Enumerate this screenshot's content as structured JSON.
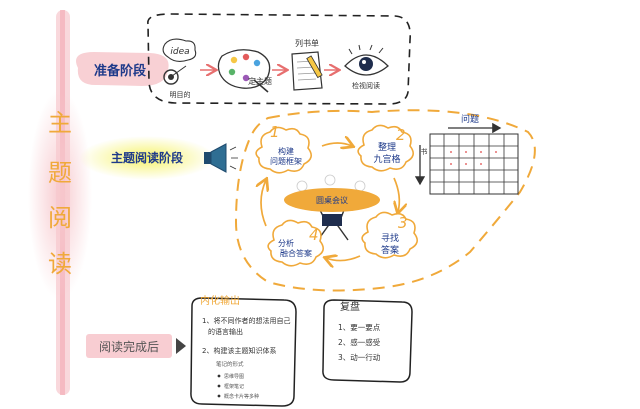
{
  "title_chars": [
    "主",
    "题",
    "阅",
    "读"
  ],
  "stages": {
    "prep": "准备阶段",
    "reading": "主题阅读阶段",
    "after": "阅读完成后"
  },
  "prep_steps": {
    "idea": "idea",
    "purpose": "明目的",
    "topic": "定主题",
    "booklist": "列书单",
    "review": "检视阅读"
  },
  "cycle": {
    "step1": {
      "num": "1",
      "line1": "构建",
      "line2": "问题框架"
    },
    "step2": {
      "num": "2",
      "line1": "整理",
      "line2": "九宫格"
    },
    "step3": {
      "num": "3",
      "line1": "寻找",
      "line2": "答案"
    },
    "step4": {
      "num": "4",
      "line1": "分析",
      "line2": "融合答案"
    },
    "center": "圆桌会议",
    "grid_label": "问题",
    "side_label": "书"
  },
  "internalize": {
    "title": "内化输出",
    "item1_line1": "1、将不同作者的想法用自己",
    "item1_line2": "的语言输出",
    "item2": "2、构建该主题知识体系",
    "sub_title": "笔记的形式",
    "sub_items": [
      "思维导图",
      "框架笔记",
      "概念卡片等多种"
    ]
  },
  "review": {
    "title": "复盘",
    "items": [
      "1、要一要点",
      "2、感一感受",
      "3、动一行动"
    ]
  },
  "colors": {
    "accent_orange": "#f0a93a",
    "arrow_red": "#e76f6f",
    "highlight_yellow": "#f6f36a",
    "highlight_pink": "#f7c8cd",
    "ink": "#333333"
  }
}
